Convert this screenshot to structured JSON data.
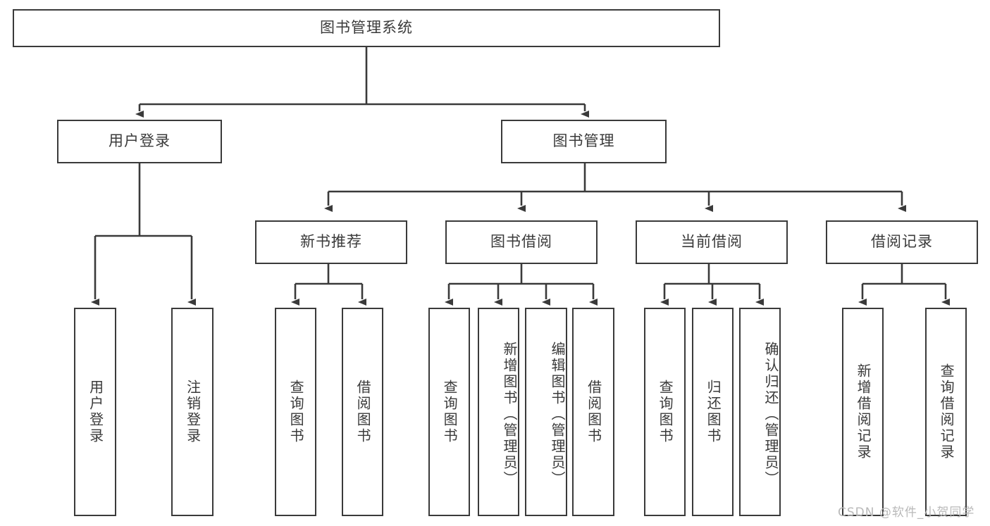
{
  "diagram": {
    "type": "tree",
    "title": "图书管理系统",
    "root": {
      "id": "root",
      "label": "图书管理系统"
    },
    "level1": [
      {
        "id": "user-login",
        "label": "用户登录"
      },
      {
        "id": "book-manage",
        "label": "图书管理"
      }
    ],
    "level2": [
      {
        "id": "new-book-rec",
        "label": "新书推荐",
        "parent": "book-manage"
      },
      {
        "id": "book-borrow",
        "label": "图书借阅",
        "parent": "book-manage"
      },
      {
        "id": "current-borrow",
        "label": "当前借阅",
        "parent": "book-manage"
      },
      {
        "id": "borrow-record",
        "label": "借阅记录",
        "parent": "book-manage"
      }
    ],
    "leaves": {
      "user-login": [
        {
          "id": "leaf-user-login",
          "label": "用户登录"
        },
        {
          "id": "leaf-user-logout",
          "label": "注销登录"
        }
      ],
      "new-book-rec": [
        {
          "id": "leaf-query-book-1",
          "label": "查询图书"
        },
        {
          "id": "leaf-borrow-book-1",
          "label": "借阅图书"
        }
      ],
      "book-borrow": [
        {
          "id": "leaf-query-book-2",
          "label": "查询图书"
        },
        {
          "id": "leaf-add-book",
          "label": "新增图书（管理员）"
        },
        {
          "id": "leaf-edit-book",
          "label": "编辑图书（管理员）"
        },
        {
          "id": "leaf-borrow-book-2",
          "label": "借阅图书"
        }
      ],
      "current-borrow": [
        {
          "id": "leaf-query-book-3",
          "label": "查询图书"
        },
        {
          "id": "leaf-return-book",
          "label": "归还图书"
        },
        {
          "id": "leaf-confirm-return",
          "label": "确认归还（管理员）"
        }
      ],
      "borrow-record": [
        {
          "id": "leaf-add-record",
          "label": "新增借阅记录"
        },
        {
          "id": "leaf-query-record",
          "label": "查询借阅记录"
        }
      ]
    },
    "colors": {
      "stroke": "#3a3a3a",
      "fill": "#ffffff",
      "text": "#3a3a3a",
      "watermark": "#b9b9b9"
    }
  },
  "watermark": {
    "text": "CSDN @软件_小贺同学"
  }
}
